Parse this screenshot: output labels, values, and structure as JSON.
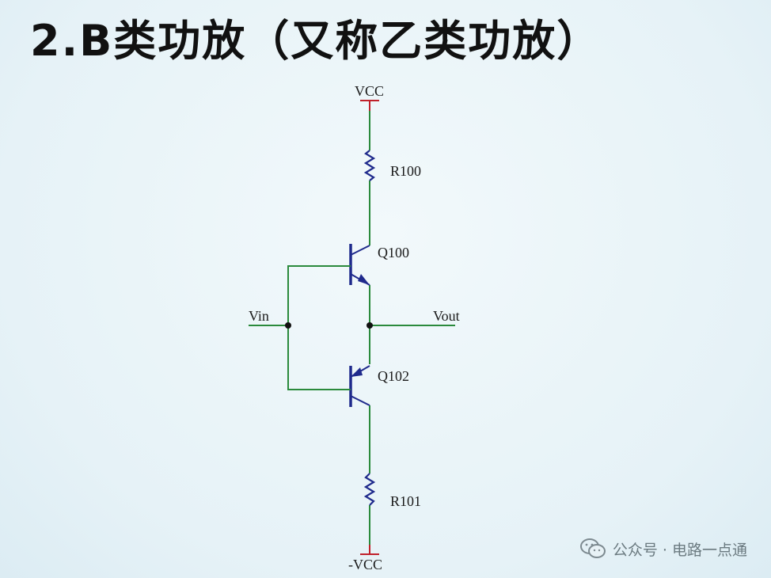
{
  "title": "2.B类功放（又称乙类功放）",
  "labels": {
    "vcc": "VCC",
    "vee": "-VCC",
    "r100": "R100",
    "r101": "R101",
    "q100": "Q100",
    "q102": "Q102",
    "vin": "Vin",
    "vout": "Vout"
  },
  "watermark": {
    "icon": "wechat-icon",
    "text": "公众号 · 电路一点通"
  },
  "colors": {
    "wire": "#2a8a3c",
    "transistor": "#1f2a8c",
    "resistor": "#1f2a8c",
    "supply": "#c0202a",
    "junction": "#111111"
  }
}
